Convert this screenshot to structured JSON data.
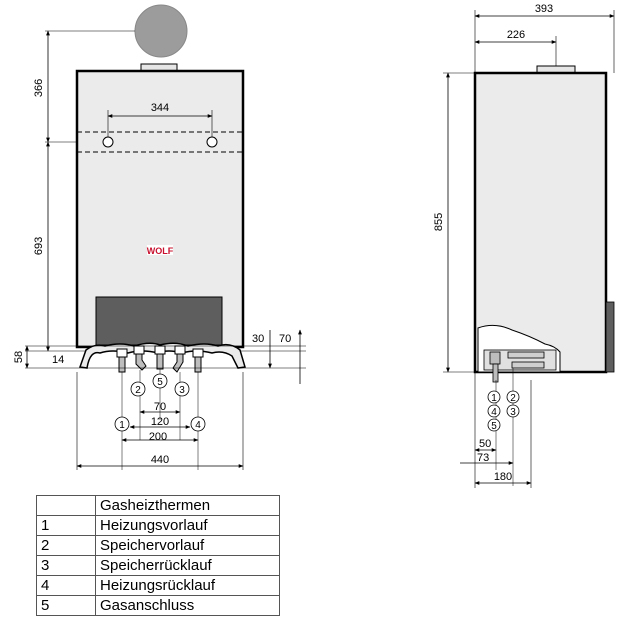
{
  "front_view": {
    "dim_top_clearance": "366",
    "dim_mount_spacing": "344",
    "dim_mount_height": "693",
    "dim_bottom_offset": "58",
    "dim_bottom_small": "14",
    "dim_right_30": "30",
    "dim_right_70": "70",
    "dim_conn_70": "70",
    "dim_conn_120": "120",
    "dim_conn_200": "200",
    "dim_width": "440",
    "logo_text": "WOLF",
    "connector_markers": [
      {
        "label": "1"
      },
      {
        "label": "2"
      },
      {
        "label": "5"
      },
      {
        "label": "3"
      },
      {
        "label": "4"
      }
    ]
  },
  "side_view": {
    "dim_depth": "393",
    "dim_flue": "226",
    "dim_height": "855",
    "dim_50": "50",
    "dim_73": "73",
    "dim_180": "180",
    "connector_markers": [
      {
        "label": "1"
      },
      {
        "label": "4"
      },
      {
        "label": "5"
      },
      {
        "label": "2"
      },
      {
        "label": "3"
      }
    ]
  },
  "legend": {
    "header": "Gasheizthermen",
    "rows": [
      {
        "number": "1",
        "label": "Heizungsvorlauf"
      },
      {
        "number": "2",
        "label": "Speichervorlauf"
      },
      {
        "number": "3",
        "label": "Speicherrücklauf"
      },
      {
        "number": "4",
        "label": "Heizungsrücklauf"
      },
      {
        "number": "5",
        "label": "Gasanschluss"
      }
    ]
  },
  "colors": {
    "casing_fill": "#ebebeb",
    "flue_fill": "#9c9c9c",
    "panel_fill": "#5e5e5e",
    "outline": "#000000",
    "logo_red": "#c8102e"
  }
}
